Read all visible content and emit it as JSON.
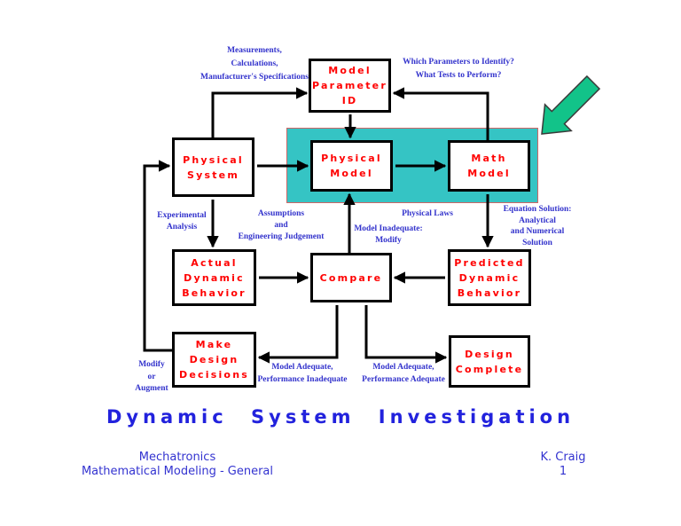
{
  "slide": {
    "boxes": {
      "model_parameter_id": {
        "lines": [
          "Model",
          "Parameter",
          "ID"
        ]
      },
      "physical_system": {
        "lines": [
          "Physical",
          "System"
        ]
      },
      "physical_model": {
        "lines": [
          "Physical",
          "Model"
        ]
      },
      "math_model": {
        "lines": [
          "Math",
          "Model"
        ]
      },
      "actual_dynamic_behavior": {
        "lines": [
          "Actual",
          "Dynamic",
          "Behavior"
        ]
      },
      "compare": {
        "lines": [
          "Compare"
        ]
      },
      "predicted_dynamic_behavior": {
        "lines": [
          "Predicted",
          "Dynamic",
          "Behavior"
        ]
      },
      "make_design_decisions": {
        "lines": [
          "Make",
          "Design",
          "Decisions"
        ]
      },
      "design_complete": {
        "lines": [
          "Design",
          "Complete"
        ]
      }
    },
    "labels": {
      "measurements": {
        "lines": [
          "Measurements,",
          "Calculations,",
          "Manufacturer's Specifications"
        ]
      },
      "which_parameters": {
        "lines": [
          "Which Parameters to Identify?",
          "What Tests to Perform?"
        ]
      },
      "experimental_analysis": {
        "lines": [
          "Experimental",
          "Analysis"
        ]
      },
      "assumptions": {
        "lines": [
          "Assumptions",
          "and",
          "Engineering Judgement"
        ]
      },
      "physical_laws": {
        "lines": [
          "Physical Laws"
        ]
      },
      "model_inadequate": {
        "lines": [
          "Model Inadequate:",
          "Modify"
        ]
      },
      "equation_solution": {
        "lines": [
          "Equation Solution:",
          "Analytical",
          "and Numerical",
          "Solution"
        ]
      },
      "modify_or_augment": {
        "lines": [
          "Modify",
          "or",
          "Augment"
        ]
      },
      "model_adequate_performance_inadequate": {
        "lines": [
          "Model Adequate,",
          "Performance Inadequate"
        ]
      },
      "model_adequate_performance_adequate": {
        "lines": [
          "Model Adequate,",
          "Performance Adequate"
        ]
      }
    },
    "title": "Dynamic System Investigation",
    "footer": {
      "course": "Mechatronics",
      "topic": "Mathematical Modeling - General",
      "author": "K. Craig",
      "page_number": "1"
    },
    "icons": {
      "green_arrow": "diagonal-block-arrow-pointing-down-left-at-highlighted-models"
    },
    "colors": {
      "box_text": "#ff0000",
      "label_text": "#3333cc",
      "title_text": "#2222dd",
      "highlight_fill": "#35c4c4",
      "highlight_border": "#cc6666",
      "green_arrow": "#12c389",
      "connector": "#000000",
      "background": "#ffffff"
    }
  }
}
